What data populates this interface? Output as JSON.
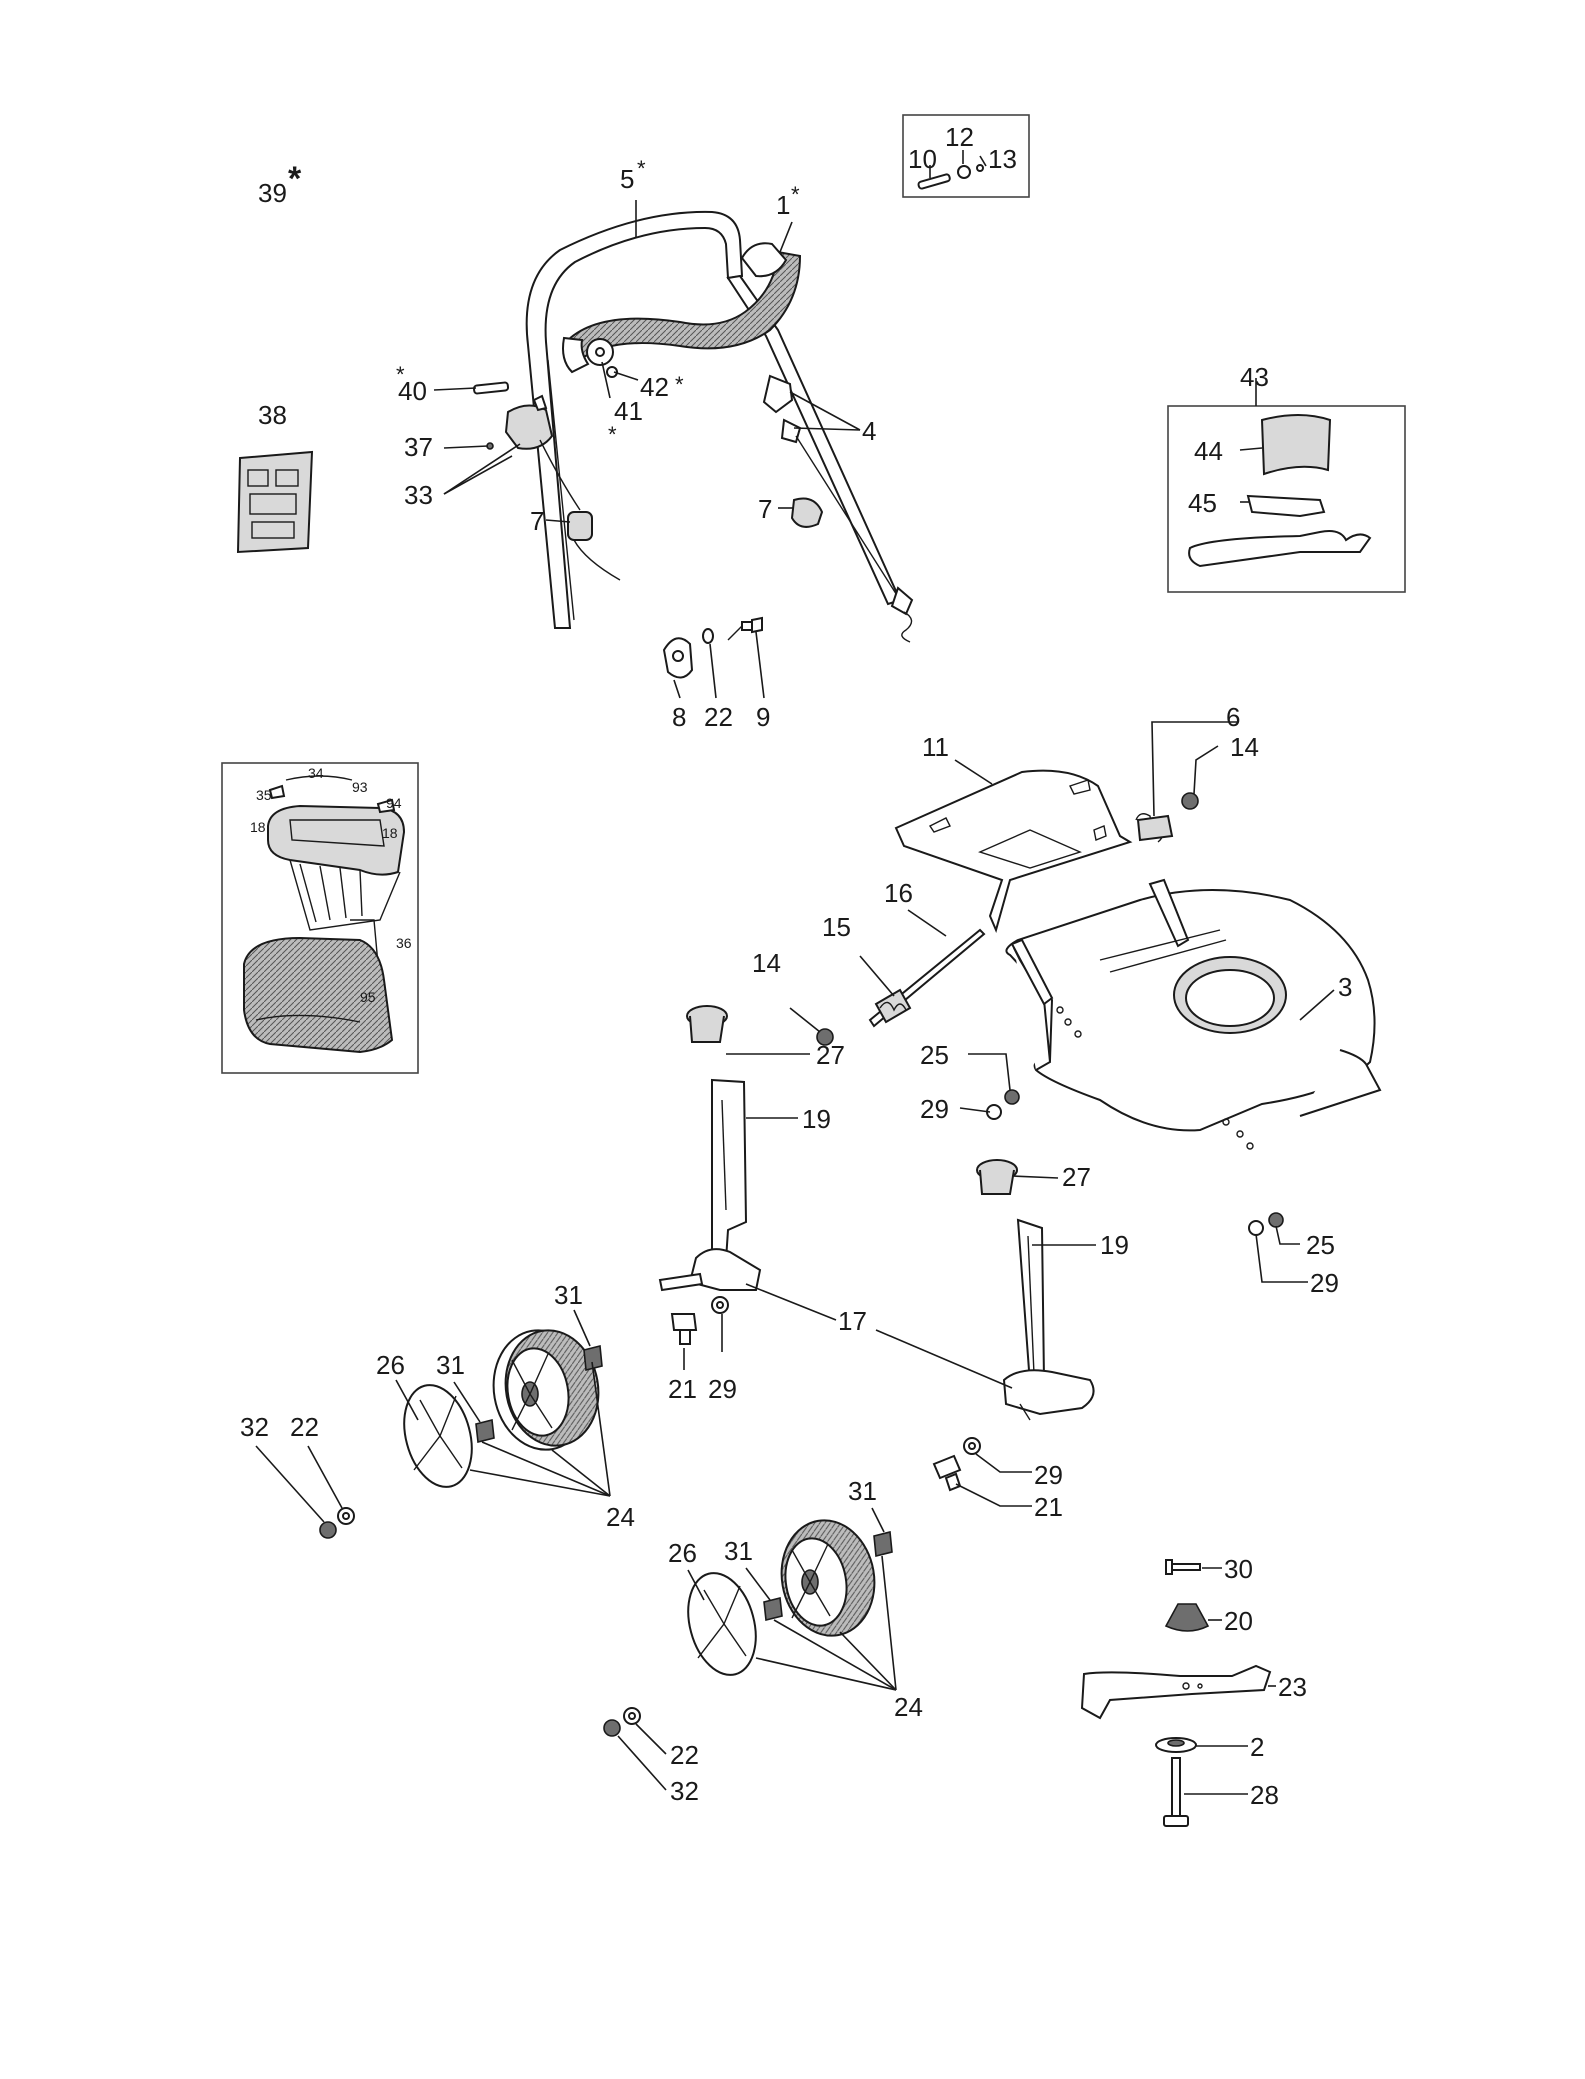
{
  "diagram": {
    "callouts": [
      {
        "id": "c39",
        "text": "39"
      },
      {
        "id": "c5",
        "text": "5"
      },
      {
        "id": "c1",
        "text": "1"
      },
      {
        "id": "c10",
        "text": "10"
      },
      {
        "id": "c12",
        "text": "12"
      },
      {
        "id": "c13",
        "text": "13"
      },
      {
        "id": "c40",
        "text": "40"
      },
      {
        "id": "c41",
        "text": "41"
      },
      {
        "id": "c42",
        "text": "42"
      },
      {
        "id": "c4",
        "text": "4"
      },
      {
        "id": "c38",
        "text": "38"
      },
      {
        "id": "c37",
        "text": "37"
      },
      {
        "id": "c33",
        "text": "33"
      },
      {
        "id": "c7a",
        "text": "7"
      },
      {
        "id": "c7b",
        "text": "7"
      },
      {
        "id": "c43",
        "text": "43"
      },
      {
        "id": "c44",
        "text": "44"
      },
      {
        "id": "c45",
        "text": "45"
      },
      {
        "id": "c8",
        "text": "8"
      },
      {
        "id": "c22a",
        "text": "22"
      },
      {
        "id": "c9",
        "text": "9"
      },
      {
        "id": "c6",
        "text": "6"
      },
      {
        "id": "c14a",
        "text": "14"
      },
      {
        "id": "c11",
        "text": "11"
      },
      {
        "id": "c16",
        "text": "16"
      },
      {
        "id": "c15",
        "text": "15"
      },
      {
        "id": "c14b",
        "text": "14"
      },
      {
        "id": "c3",
        "text": "3"
      },
      {
        "id": "c27a",
        "text": "27"
      },
      {
        "id": "c25a",
        "text": "25"
      },
      {
        "id": "c29a",
        "text": "29"
      },
      {
        "id": "c19a",
        "text": "19"
      },
      {
        "id": "c27b",
        "text": "27"
      },
      {
        "id": "c19b",
        "text": "19"
      },
      {
        "id": "c25b",
        "text": "25"
      },
      {
        "id": "c29b",
        "text": "29"
      },
      {
        "id": "c17",
        "text": "17"
      },
      {
        "id": "c21a",
        "text": "21"
      },
      {
        "id": "c29c",
        "text": "29"
      },
      {
        "id": "c31a",
        "text": "31"
      },
      {
        "id": "c31b",
        "text": "31"
      },
      {
        "id": "c26a",
        "text": "26"
      },
      {
        "id": "c32a",
        "text": "32"
      },
      {
        "id": "c22b",
        "text": "22"
      },
      {
        "id": "c24a",
        "text": "24"
      },
      {
        "id": "c29d",
        "text": "29"
      },
      {
        "id": "c21b",
        "text": "21"
      },
      {
        "id": "c31c",
        "text": "31"
      },
      {
        "id": "c31d",
        "text": "31"
      },
      {
        "id": "c26b",
        "text": "26"
      },
      {
        "id": "c24b",
        "text": "24"
      },
      {
        "id": "c30",
        "text": "30"
      },
      {
        "id": "c20",
        "text": "20"
      },
      {
        "id": "c23",
        "text": "23"
      },
      {
        "id": "c2",
        "text": "2"
      },
      {
        "id": "c28",
        "text": "28"
      },
      {
        "id": "c22c",
        "text": "22"
      },
      {
        "id": "c32b",
        "text": "32"
      }
    ],
    "bag_callouts": [
      {
        "id": "b34",
        "text": "34"
      },
      {
        "id": "b93",
        "text": "93"
      },
      {
        "id": "b35",
        "text": "35"
      },
      {
        "id": "b94",
        "text": "94"
      },
      {
        "id": "b18a",
        "text": "18"
      },
      {
        "id": "b18b",
        "text": "18"
      },
      {
        "id": "b36",
        "text": "36"
      },
      {
        "id": "b95",
        "text": "95"
      }
    ],
    "asterisk": "*"
  }
}
